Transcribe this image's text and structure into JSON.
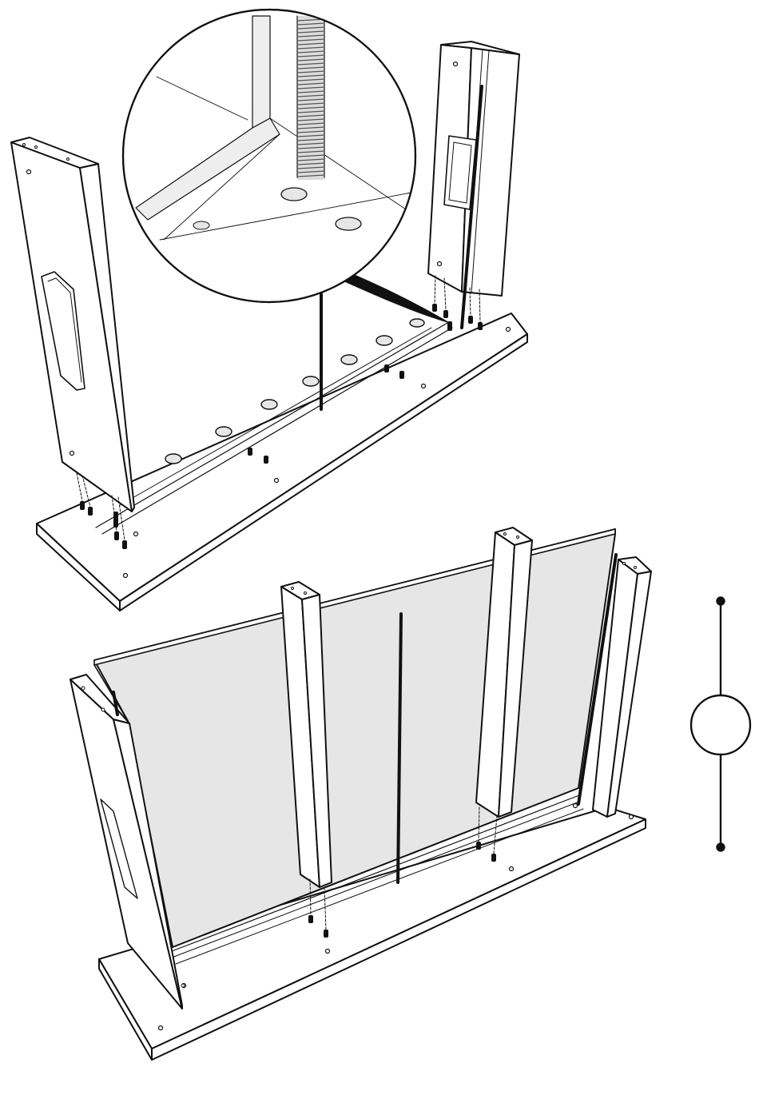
{
  "illustration": {
    "kind": "assembly-instruction",
    "text_labels": [],
    "colors": {
      "line": "#111111",
      "panel_fill": "#ffffff",
      "back_panel_fill": "#e8e8e8",
      "detail_background": "#ffffff",
      "rod": "#111111",
      "hole_fill": "#e6e6e6"
    }
  },
  "step_1": {
    "parts": [
      "base-board",
      "left-side-panel",
      "right-side-panel",
      "threaded-rod",
      "wooden-dowels"
    ],
    "detail_callout": {
      "shape": "circle",
      "content": [
        "threaded-rod",
        "drilled-holes",
        "panel-corner"
      ]
    }
  },
  "step_2": {
    "parts": [
      "base-board",
      "back-panel",
      "left-side-panel",
      "vertical-post-left",
      "vertical-post-right",
      "right-side-panel",
      "threaded-rod",
      "wooden-dowels"
    ]
  },
  "status_marker": {
    "shape": "circle-on-vertical-line",
    "endpoints": 2
  }
}
